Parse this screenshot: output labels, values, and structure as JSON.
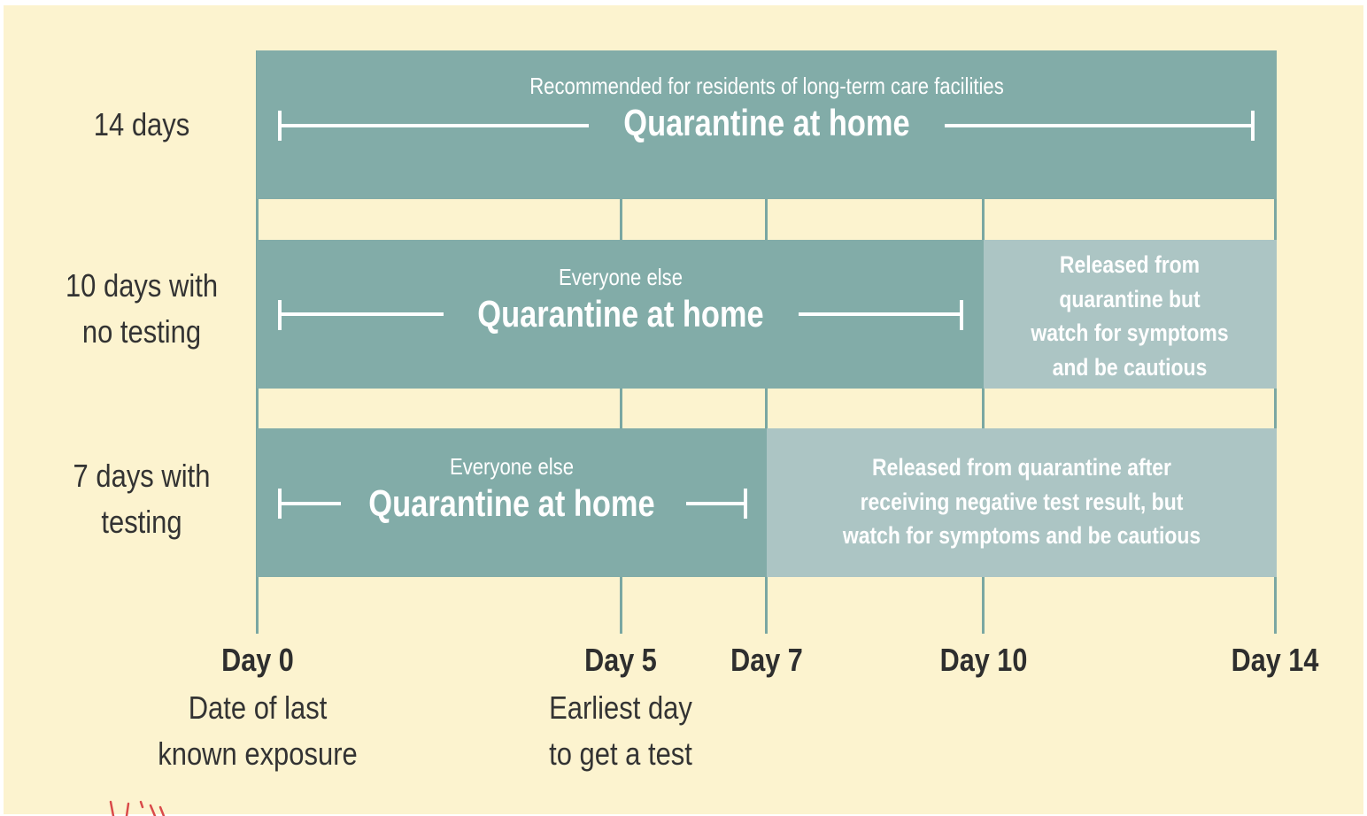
{
  "rows": [
    {
      "label": "14 days",
      "subtitle": "Recommended for residents of long-term care facilities",
      "title": "Quarantine at home"
    },
    {
      "label": "10 days with no testing",
      "subtitle": "Everyone else",
      "title": "Quarantine at home",
      "released": "Released from quarantine but watch for symptoms and be cautious"
    },
    {
      "label": "7 days with testing",
      "subtitle": "Everyone else",
      "title": "Quarantine at home",
      "released": "Released from quarantine after receiving negative test result, but watch for symptoms and be cautious"
    }
  ],
  "days": [
    {
      "label": "Day 0",
      "note": "Date of last known exposure"
    },
    {
      "label": "Day 5",
      "note": "Earliest day to get a test"
    },
    {
      "label": "Day 7",
      "note": ""
    },
    {
      "label": "Day 10",
      "note": ""
    },
    {
      "label": "Day 14",
      "note": ""
    }
  ],
  "colors": {
    "background": "#fcf3cf",
    "quarantine": "#82aca8",
    "released": "#acc5c4",
    "text": "#333333"
  }
}
